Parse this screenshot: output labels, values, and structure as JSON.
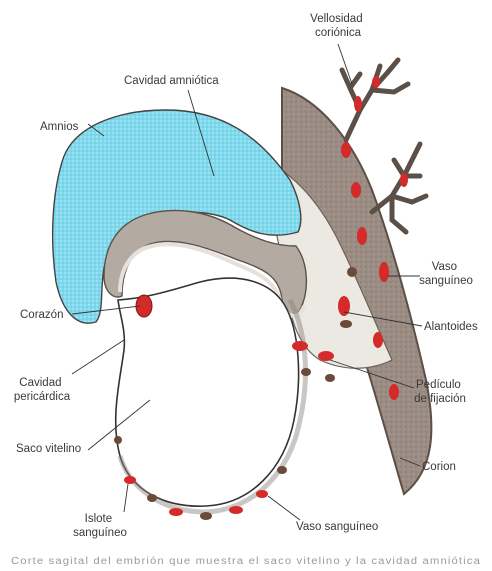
{
  "labels": {
    "vellosidad": [
      "Vellosidad",
      "coriónica"
    ],
    "cavidad_amniotica": "Cavidad amniótica",
    "amnios": "Amnios",
    "corazon": "Corazón",
    "cavidad_pericardica": [
      "Cavidad",
      "pericárdica"
    ],
    "saco_vitelino": "Saco vitelino",
    "islote": [
      "Islote",
      "sanguíneo"
    ],
    "vaso_bottom": "Vaso sanguíneo",
    "vaso_right": [
      "Vaso",
      "sanguíneo"
    ],
    "alantoides": "Alantoides",
    "pediculo": [
      "Pedículo",
      "de fijación"
    ],
    "corion": "Corion"
  },
  "caption": "Corte sagital del embrión que muestra el saco vitelino y la cavidad amniótica",
  "colors": {
    "amnion_fill": "#7fd8ec",
    "chorion_fill": "#9b8d84",
    "embryo_fill": "#b3aaa2",
    "vessel_red": "#d42a2a",
    "mesoderm": "#ece8e2"
  }
}
